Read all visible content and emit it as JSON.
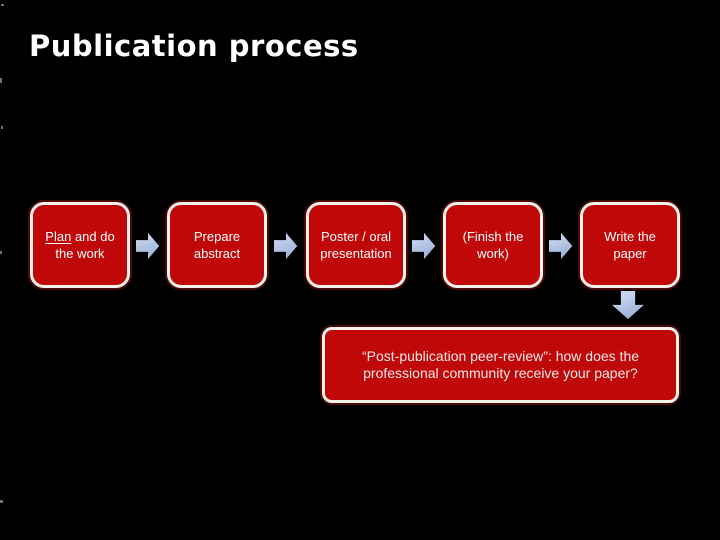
{
  "slide": {
    "title": "Publication process"
  },
  "flow": {
    "boxes": [
      {
        "name": "plan-and-do-the-work",
        "underlined": "Plan",
        "rest": " and do the work"
      },
      {
        "name": "prepare-abstract",
        "label": "Prepare abstract"
      },
      {
        "name": "poster-oral-presentation",
        "label": "Poster / oral presentation"
      },
      {
        "name": "finish-the-work",
        "label": "(Finish the work)"
      },
      {
        "name": "write-the-paper",
        "label": "Write the paper"
      }
    ],
    "connectors": {
      "right_arrow_icon": "block-arrow-right",
      "right_arrow_count": 4,
      "down_arrow_icon": "block-arrow-down",
      "down_arrow_count": 1
    },
    "result_box": {
      "text": "“Post-publication peer-review”: how does the professional community receive your paper?"
    }
  },
  "colors": {
    "background": "#000000",
    "title_text": "#ffffff",
    "box_fill": "#c00808",
    "box_border": "#f6f1ea",
    "box_halo": "#7a1010",
    "box_text": "#ffffff",
    "result_text": "#f3e9e9",
    "arrow_light": "#c7d5ee",
    "arrow_dark": "#96add4"
  }
}
